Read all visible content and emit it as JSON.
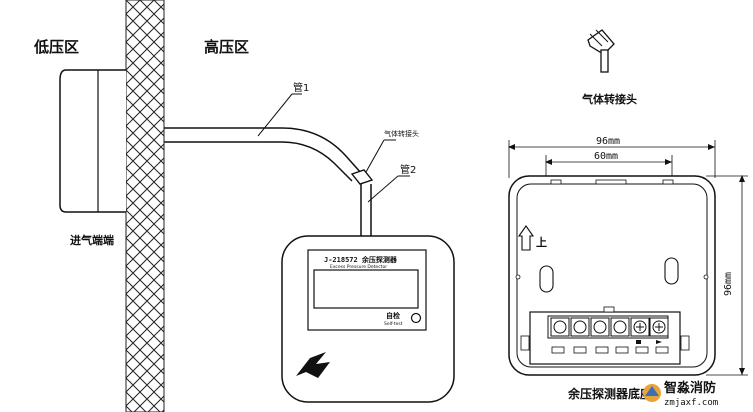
{
  "labels": {
    "low_pressure_zone": "低压区",
    "high_pressure_zone": "高压区",
    "tube1": "管1",
    "tube2": "管2",
    "gas_joint_small": "气体转接头",
    "gas_joint_title": "气体转接头",
    "inlet_end": "进气端端",
    "base_title": "余压探测器底座",
    "up_marker": "上"
  },
  "device": {
    "model_text": "J-218572 余压探测器",
    "sub_text": "Excess Pressure Detector",
    "button_label": "自检",
    "button_sub": "Self-test"
  },
  "dimensions": {
    "width_outer": "96mm",
    "width_inner": "60mm",
    "height": "96mm"
  },
  "watermark": {
    "name": "智淼消防",
    "url": "zmjaxf.com"
  }
}
